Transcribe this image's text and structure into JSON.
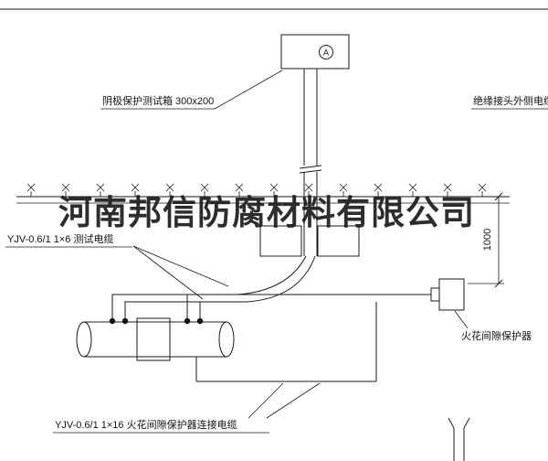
{
  "watermark": "河南邦信防腐材料有限公司",
  "test_box": {
    "label": "阴极保护测试箱 300x200",
    "meter": "A"
  },
  "labels": {
    "insulated_joint_cable": "绝缘接头外侧电缆",
    "test_cable": "YJV-0.6/1 1×6  测试电缆",
    "spark_gap_protector": "火花间隙保护器",
    "protector_cable": "YJV-0.6/1 1×16  火花间隙保护器连接电缆"
  },
  "dimensions": {
    "riser_height": "1000"
  },
  "colors": {
    "line": "#1a1a1a",
    "background": "#ffffff",
    "watermark": "#1c1c1c"
  }
}
